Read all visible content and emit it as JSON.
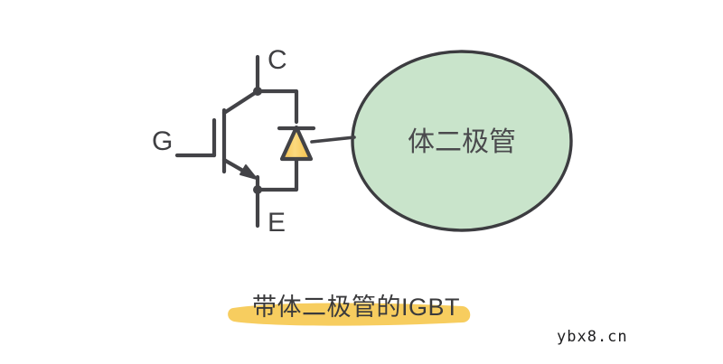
{
  "diagram": {
    "type": "igbt-with-body-diode-schematic",
    "background_color": "#ffffff",
    "terminals": [
      {
        "id": "collector",
        "label": "C"
      },
      {
        "id": "gate",
        "label": "G"
      },
      {
        "id": "emitter",
        "label": "E"
      }
    ],
    "callout": {
      "label": "体二极管",
      "shape": "ellipse",
      "fill_color": "#c9e4cb",
      "stroke_color": "#3c3c40"
    },
    "diode": {
      "name": "body-diode-symbol",
      "fill_color": "#f9cf63",
      "stroke_color": "#434347",
      "direction": "up"
    },
    "wire_color": "#434347"
  },
  "caption": {
    "text": "带体二极管的IGBT",
    "highlight_color": "#f7cd5f",
    "text_color": "#3a3a3c"
  },
  "watermark": {
    "text": "ybx8.cn",
    "color": "#1d1d1f"
  }
}
